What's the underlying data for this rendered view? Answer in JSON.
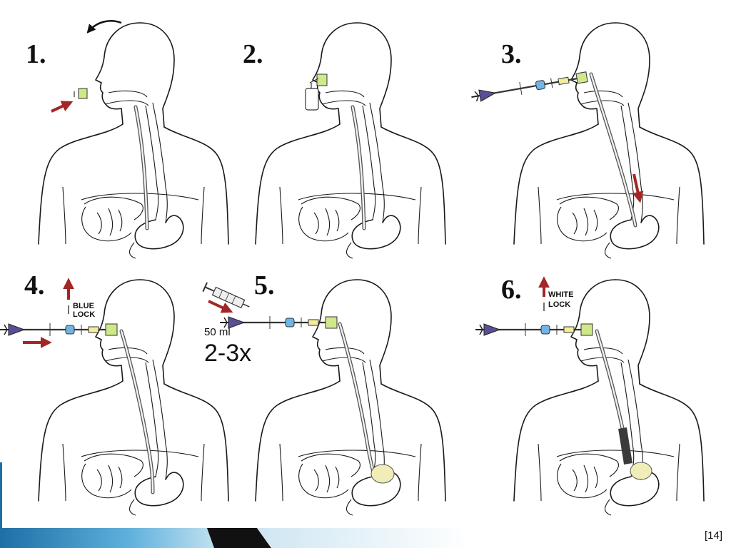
{
  "steps": [
    {
      "number": "1."
    },
    {
      "number": "2."
    },
    {
      "number": "3."
    },
    {
      "number": "4.",
      "label_line1": "BLUE",
      "label_line2": "LOCK"
    },
    {
      "number": "5.",
      "volume": "50 ml",
      "repeat": "2-3x"
    },
    {
      "number": "6.",
      "label_line1": "WHITE",
      "label_line2": "LOCK"
    }
  ],
  "citation": "[14]",
  "colors": {
    "arrow": "#a32626",
    "connector": "#cfe88a",
    "blue_lock": "#6fb6e4",
    "yellow_ring": "#f3ee9a",
    "handle": "#5a4f95",
    "stent": "#3a3a3a",
    "balloon": "#f1edb8"
  }
}
